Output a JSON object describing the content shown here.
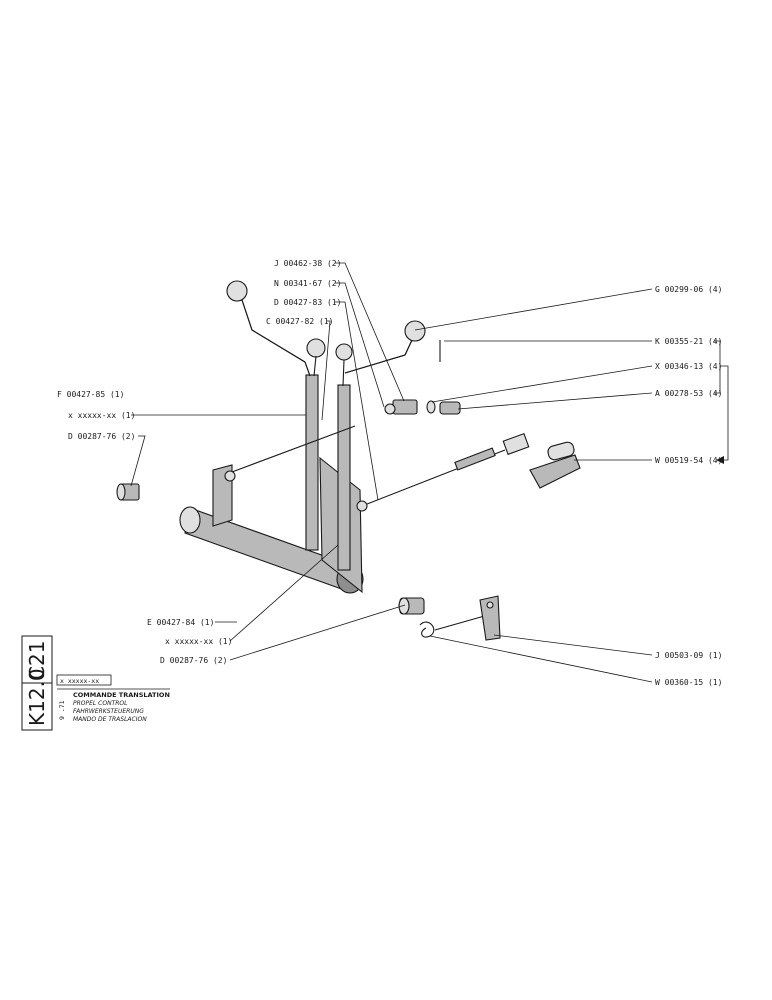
{
  "labels": {
    "j_00462_38": "J 00462-38 (2)",
    "n_00341_67": "N 00341-67 (2)",
    "d_00427_83": "D 00427-83 (1)",
    "c_00427_82": "C 00427-82 (1)",
    "g_00299_06": "G 00299-06 (4)",
    "k_00355_21": "K 00355-21 (4)",
    "x_00346_13": "X 00346-13 (4)",
    "a_00278_53": "A 00278-53 (4)",
    "w_00519_54": "W 00519-54 (4)",
    "f_00427_85": "F 00427-85 (1)",
    "x_xxxxx_top": "x xxxxx-xx (1)",
    "d_00287_76_top": "D 00287-76 (2)",
    "e_00427_84": "E 00427-84 (1)",
    "x_xxxxx_bottom": "x xxxxx-xx (1)",
    "d_00287_76_bottom": "D 00287-76 (2)",
    "j_00503_09": "J 00503-09 (1)",
    "w_00360_15": "W 00360-15 (1)"
  },
  "title_block": {
    "group": "C21",
    "page": "K12.0",
    "date": "9 .71",
    "ref": "x xxxxx-xx",
    "title_fr": "COMMANDE TRANSLATION",
    "title_en": "PROPEL CONTROL",
    "title_de": "FAHRWERKSTEUERUNG",
    "title_es": "MANDO DE TRASLACION"
  }
}
